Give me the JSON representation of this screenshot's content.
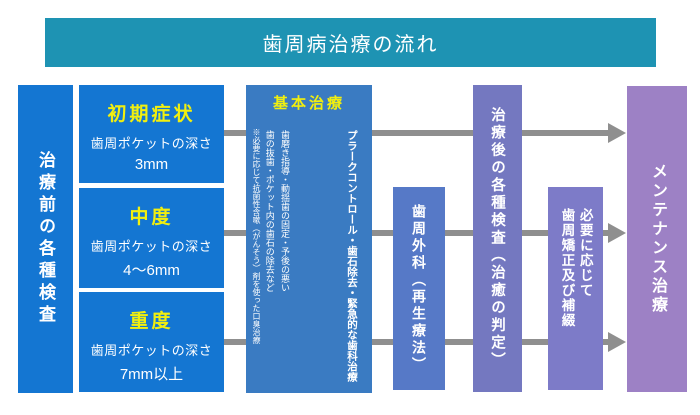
{
  "title": "歯周病治療の流れ",
  "colors": {
    "title_bar": "#1e93b3",
    "primary_blue": "#1476d2",
    "basic_blue": "#3a7bc2",
    "surgery_blue": "#5679c7",
    "postcheck_purple": "#7478c0",
    "adjust_purple": "#7d7bc8",
    "maintenance_purple": "#9d81c5",
    "arrow_gray": "#8f8f8f",
    "accent_yellow": "#f1ef0f",
    "text_white": "#ffffff"
  },
  "pretreatment": {
    "label": "治療前の各種検査"
  },
  "stages": [
    {
      "name": "初期症状",
      "desc": "歯周ポケットの深さ",
      "depth": "3mm"
    },
    {
      "name": "中度",
      "desc": "歯周ポケットの深さ",
      "depth": "4〜6mm"
    },
    {
      "name": "重度",
      "desc": "歯周ポケットの深さ",
      "depth": "7mm以上"
    }
  ],
  "basic_treatment": {
    "header": "基本治療",
    "main": "プラークコントロール・歯石除去・緊急的な歯科治療",
    "detail_lines": [
      "歯磨き指導・動揺歯の固定・予後の悪い",
      "歯の抜歯・ポケット内の歯石の除去など"
    ],
    "note": "※必要に応じて抗菌性含嗽（がんそう）剤を使った口臭治療"
  },
  "surgery": {
    "label": "歯周外科（再生療法）"
  },
  "postcheck": {
    "label": "治療後の各種検査（治癒の判定）"
  },
  "adjustment": {
    "lines": [
      "必要に応じて",
      "歯周矯正及び補綴"
    ]
  },
  "maintenance": {
    "label": "メンテナンス治療"
  }
}
